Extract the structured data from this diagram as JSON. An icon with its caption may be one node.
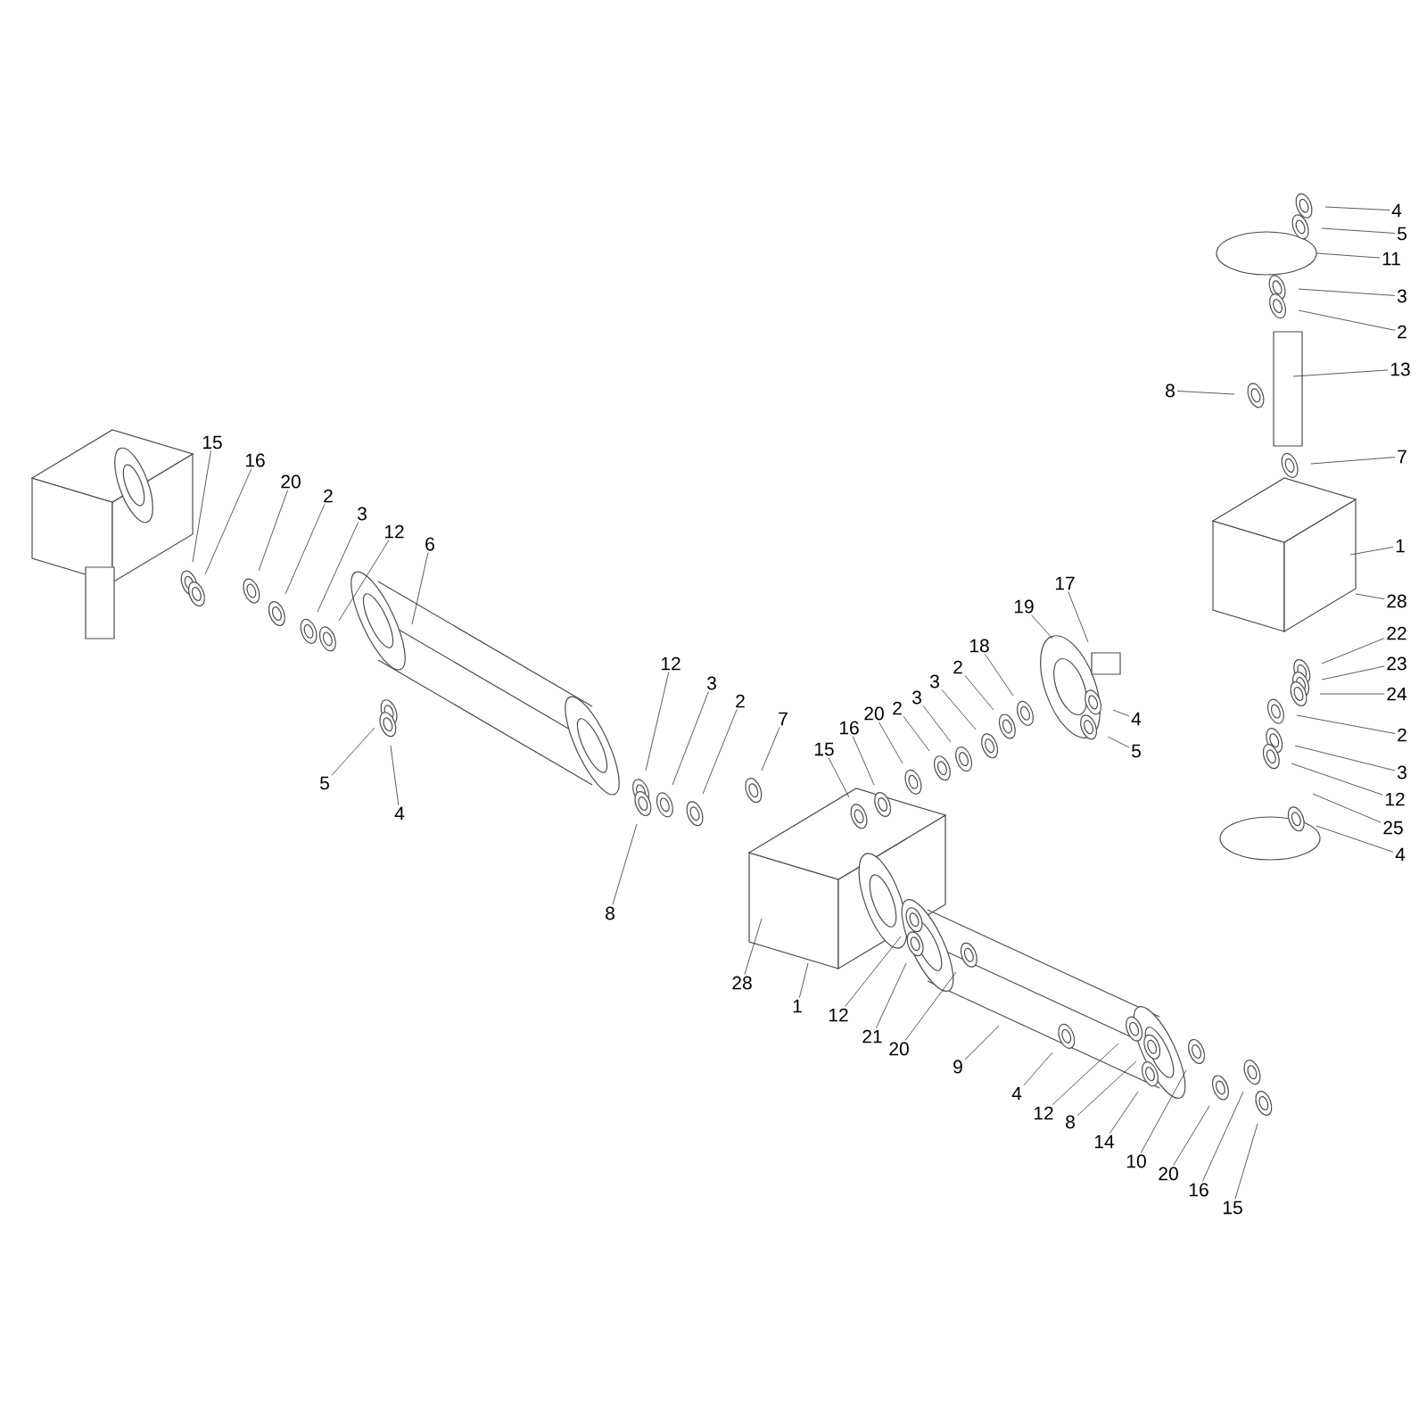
{
  "diagram": {
    "nodes": [
      {
        "text": [
          "15"
        ]
      },
      {
        "text": [
          "16"
        ]
      },
      {
        "text": [
          "20"
        ]
      },
      {
        "text": [
          "2"
        ]
      },
      {
        "text": [
          "3"
        ]
      },
      {
        "text": [
          "12"
        ]
      },
      {
        "text": [
          "6"
        ]
      },
      {
        "text": [
          "5"
        ]
      },
      {
        "text": [
          "4"
        ]
      },
      {
        "text": [
          "12"
        ]
      },
      {
        "text": [
          "3"
        ]
      },
      {
        "text": [
          "2"
        ]
      },
      {
        "text": [
          "8"
        ]
      },
      {
        "text": [
          "7"
        ]
      },
      {
        "text": [
          "15"
        ]
      },
      {
        "text": [
          "16"
        ]
      },
      {
        "text": [
          "20"
        ]
      },
      {
        "text": [
          "2"
        ]
      },
      {
        "text": [
          "3"
        ]
      },
      {
        "text": [
          "3"
        ]
      },
      {
        "text": [
          "2"
        ]
      },
      {
        "text": [
          "18"
        ]
      },
      {
        "text": [
          "19"
        ]
      },
      {
        "text": [
          "17"
        ]
      },
      {
        "text": [
          "4"
        ]
      },
      {
        "text": [
          "5"
        ]
      },
      {
        "text": [
          "28"
        ]
      },
      {
        "text": [
          "1"
        ]
      },
      {
        "text": [
          "12"
        ]
      },
      {
        "text": [
          "21"
        ]
      },
      {
        "text": [
          "20"
        ]
      },
      {
        "text": [
          "9"
        ]
      },
      {
        "text": [
          "4"
        ]
      },
      {
        "text": [
          "12"
        ]
      },
      {
        "text": [
          "8"
        ]
      },
      {
        "text": [
          "14"
        ]
      },
      {
        "text": [
          "10"
        ]
      },
      {
        "text": [
          "20"
        ]
      },
      {
        "text": [
          "16"
        ]
      },
      {
        "text": [
          "15"
        ]
      },
      {
        "text": [
          "4"
        ]
      },
      {
        "text": [
          "5"
        ]
      },
      {
        "text": [
          "11"
        ]
      },
      {
        "text": [
          "3"
        ]
      },
      {
        "text": [
          "2"
        ]
      },
      {
        "text": [
          "13"
        ]
      },
      {
        "text": [
          "8"
        ]
      },
      {
        "text": [
          "7"
        ]
      },
      {
        "text": [
          "1"
        ]
      },
      {
        "text": [
          "28"
        ]
      },
      {
        "text": [
          "22"
        ]
      },
      {
        "text": [
          "23"
        ]
      },
      {
        "text": [
          "24"
        ]
      },
      {
        "text": [
          "2"
        ]
      },
      {
        "text": [
          "3"
        ]
      },
      {
        "text": [
          "12"
        ]
      },
      {
        "text": [
          "25"
        ]
      },
      {
        "text": [
          "4"
        ]
      }
    ],
    "edges": [
      {
        "from": 0,
        "to": null,
        "arrow": "none"
      },
      {
        "from": 1,
        "to": null,
        "arrow": "none"
      },
      {
        "from": 2,
        "to": null,
        "arrow": "none"
      },
      {
        "from": 3,
        "to": null,
        "arrow": "none"
      },
      {
        "from": 4,
        "to": null,
        "arrow": "none"
      },
      {
        "from": 5,
        "to": null,
        "arrow": "none"
      },
      {
        "from": 6,
        "to": null,
        "arrow": "none"
      },
      {
        "from": 7,
        "to": null,
        "arrow": "none"
      },
      {
        "from": 8,
        "to": null,
        "arrow": "none"
      },
      {
        "from": 9,
        "to": null,
        "arrow": "none"
      },
      {
        "from": 10,
        "to": null,
        "arrow": "none"
      },
      {
        "from": 11,
        "to": null,
        "arrow": "none"
      },
      {
        "from": 12,
        "to": null,
        "arrow": "none"
      },
      {
        "from": 13,
        "to": null,
        "arrow": "none"
      },
      {
        "from": 14,
        "to": null,
        "arrow": "none"
      },
      {
        "from": 15,
        "to": null,
        "arrow": "none"
      },
      {
        "from": 16,
        "to": null,
        "arrow": "none"
      },
      {
        "from": 17,
        "to": null,
        "arrow": "none"
      },
      {
        "from": 18,
        "to": null,
        "arrow": "none"
      },
      {
        "from": 19,
        "to": null,
        "arrow": "none"
      },
      {
        "from": 20,
        "to": null,
        "arrow": "none"
      },
      {
        "from": 21,
        "to": null,
        "arrow": "none"
      },
      {
        "from": 22,
        "to": null,
        "arrow": "none"
      },
      {
        "from": 23,
        "to": null,
        "arrow": "none"
      },
      {
        "from": 24,
        "to": null,
        "arrow": "none"
      },
      {
        "from": 25,
        "to": null,
        "arrow": "none"
      },
      {
        "from": 26,
        "to": null,
        "arrow": "none"
      },
      {
        "from": 27,
        "to": null,
        "arrow": "none"
      },
      {
        "from": 28,
        "to": null,
        "arrow": "none"
      },
      {
        "from": 29,
        "to": null,
        "arrow": "none"
      },
      {
        "from": 30,
        "to": null,
        "arrow": "none"
      },
      {
        "from": 31,
        "to": null,
        "arrow": "none"
      },
      {
        "from": 32,
        "to": null,
        "arrow": "none"
      },
      {
        "from": 33,
        "to": null,
        "arrow": "none"
      },
      {
        "from": 34,
        "to": null,
        "arrow": "none"
      },
      {
        "from": 35,
        "to": null,
        "arrow": "none"
      },
      {
        "from": 36,
        "to": null,
        "arrow": "none"
      },
      {
        "from": 37,
        "to": null,
        "arrow": "none"
      },
      {
        "from": 38,
        "to": null,
        "arrow": "none"
      },
      {
        "from": 39,
        "to": null,
        "arrow": "none"
      },
      {
        "from": 40,
        "to": null,
        "arrow": "none"
      },
      {
        "from": 41,
        "to": null,
        "arrow": "none"
      },
      {
        "from": 42,
        "to": null,
        "arrow": "none"
      },
      {
        "from": 43,
        "to": null,
        "arrow": "none"
      },
      {
        "from": 44,
        "to": null,
        "arrow": "none"
      },
      {
        "from": 45,
        "to": null,
        "arrow": "none"
      },
      {
        "from": 46,
        "to": null,
        "arrow": "none"
      },
      {
        "from": 47,
        "to": null,
        "arrow": "none"
      },
      {
        "from": 48,
        "to": null,
        "arrow": "none"
      },
      {
        "from": 49,
        "to": null,
        "arrow": "none"
      },
      {
        "from": 50,
        "to": null,
        "arrow": "none"
      },
      {
        "from": 51,
        "to": null,
        "arrow": "none"
      },
      {
        "from": 52,
        "to": null,
        "arrow": "none"
      },
      {
        "from": 53,
        "to": null,
        "arrow": "none"
      },
      {
        "from": 54,
        "to": null,
        "arrow": "none"
      },
      {
        "from": 55,
        "to": null,
        "arrow": "none"
      },
      {
        "from": 56,
        "to": null,
        "arrow": "none"
      },
      {
        "from": 57,
        "to": null,
        "arrow": "none"
      }
    ]
  }
}
